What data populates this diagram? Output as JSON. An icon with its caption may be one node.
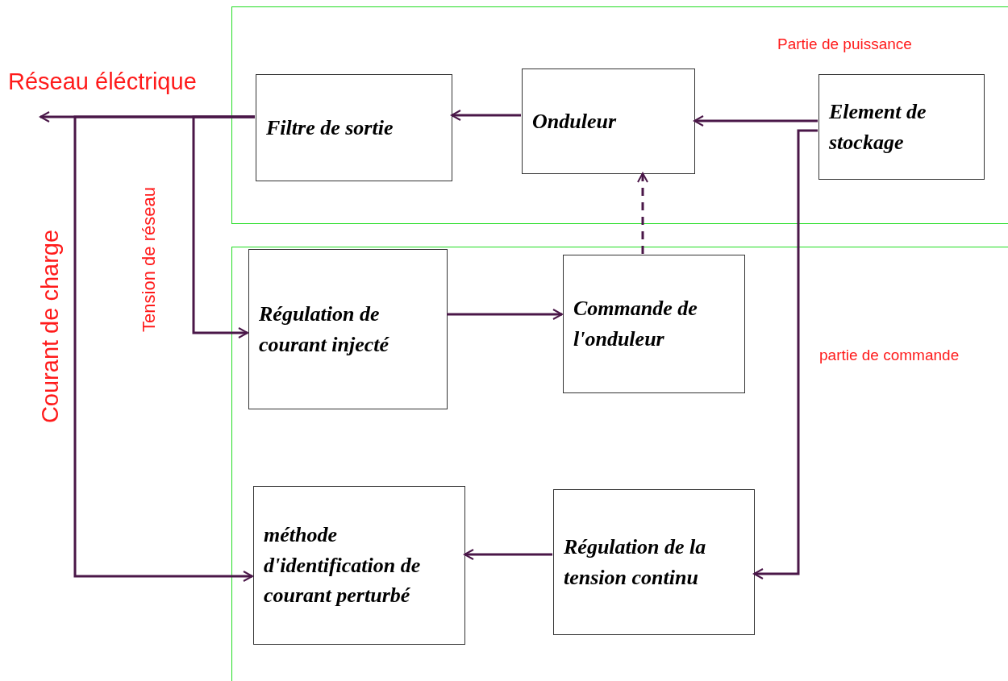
{
  "diagram": {
    "nodes": [
      {
        "text": [
          "Partie de puissance"
        ]
      },
      {
        "text": [
          "Filtre de sortie"
        ],
        "in": 0
      },
      {
        "text": [
          "Onduleur"
        ],
        "in": 0
      },
      {
        "text": [
          "Element de stockage"
        ],
        "in": 0
      },
      {
        "text": [
          "partie de commande"
        ]
      },
      {
        "text": [
          "Régulation de courant injecté"
        ],
        "in": 4
      },
      {
        "text": [
          "Commande de l'onduleur"
        ],
        "in": 4
      },
      {
        "text": [
          "méthode d'identification de courant perturbé"
        ],
        "in": 4
      },
      {
        "text": [
          "Régulation de la tension continu"
        ],
        "in": 4
      }
    ],
    "edges": [
      {
        "from": 1,
        "to": null,
        "arrow": "to"
      },
      {
        "from": 1,
        "to": 5,
        "arrow": "to",
        "label": "Tension de réseau"
      },
      {
        "from": 1,
        "to": 7,
        "arrow": "to",
        "label": "Courant de charge"
      },
      {
        "from": 2,
        "to": 1,
        "arrow": "to"
      },
      {
        "from": 3,
        "to": 2,
        "arrow": "to"
      },
      {
        "from": 6,
        "to": 2,
        "arrow": "to",
        "style": "dashed"
      },
      {
        "from": 5,
        "to": 6,
        "arrow": "to"
      },
      {
        "from": 3,
        "to": 8,
        "arrow": "to"
      },
      {
        "from": 8,
        "to": 7,
        "arrow": "to"
      }
    ],
    "labels": [
      "Réseau éléctrique"
    ]
  }
}
